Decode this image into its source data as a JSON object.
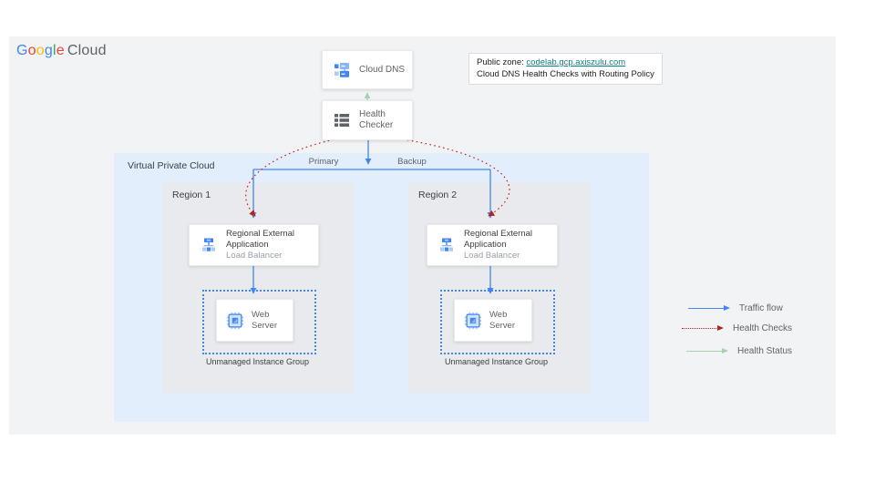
{
  "logo": {
    "letters": [
      "G",
      "o",
      "o",
      "g",
      "l",
      "e"
    ],
    "cloud": "Cloud"
  },
  "annotation": {
    "prefix": "Public zone: ",
    "link": "codelab.gcp.axiszulu.com",
    "line2": "Cloud DNS Health Checks with Routing Policy"
  },
  "nodes": {
    "cloud_dns": {
      "label": "Cloud DNS",
      "icon": "cloud-dns-icon"
    },
    "health_checker": {
      "label": "Health Checker",
      "icon": "health-checker-icon"
    },
    "load_balancer_1": {
      "title": "Regional External Application",
      "subtitle": "Load Balancer",
      "icon": "load-balancer-icon"
    },
    "load_balancer_2": {
      "title": "Regional External Application",
      "subtitle": "Load Balancer",
      "icon": "load-balancer-icon"
    },
    "web_server_1": {
      "label": "Web Server",
      "icon": "compute-engine-icon"
    },
    "web_server_2": {
      "label": "Web Server",
      "icon": "compute-engine-icon"
    }
  },
  "containers": {
    "vpc": {
      "label": "Virtual Private Cloud"
    },
    "region_1": {
      "label": "Region 1",
      "group_label": "Unmanaged Instance Group"
    },
    "region_2": {
      "label": "Region 2",
      "group_label": "Unmanaged Instance Group"
    }
  },
  "edges": {
    "primary_label": "Primary",
    "backup_label": "Backup"
  },
  "legend": [
    {
      "label": "Traffic flow",
      "style": "solid",
      "color": "#4285f4"
    },
    {
      "label": "Health Checks",
      "style": "dotted",
      "color": "#c5221f"
    },
    {
      "label": "Health Status",
      "style": "solid",
      "color": "#a6d3ae"
    }
  ],
  "colors": {
    "traffic_blue": "#4285f4",
    "health_check_red": "#c5221f",
    "health_status_green": "#a6d3ae",
    "vpc_fill": "#e2eefb",
    "region_fill": "#e9eaee",
    "panel_fill": "#f2f3f4",
    "link_teal": "#0e7c86",
    "google_blue": "#4285F4",
    "google_red": "#EA4335",
    "google_yellow": "#FBBC05",
    "google_green": "#34A853"
  }
}
